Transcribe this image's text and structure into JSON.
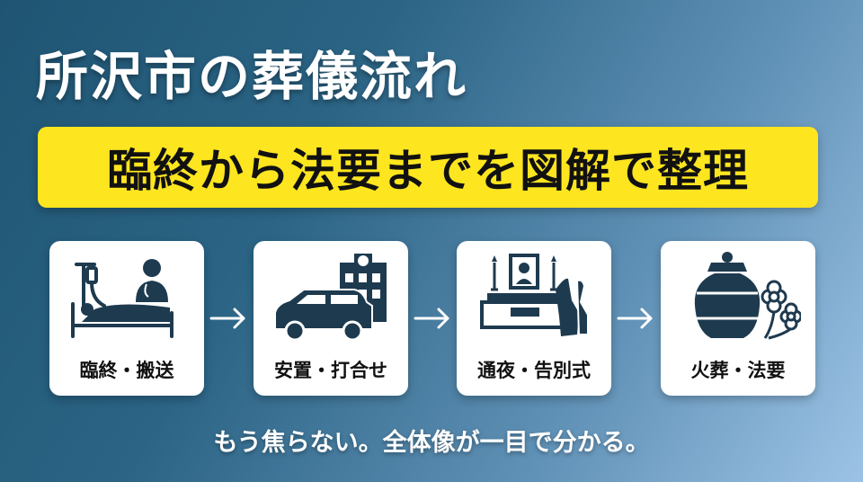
{
  "title": "所沢市の葬儀流れ",
  "subtitle": "臨終から法要までを図解で整理",
  "steps": [
    {
      "label": "臨終・搬送",
      "icon": "hospital-bed-doctor-icon"
    },
    {
      "label": "安置・打合せ",
      "icon": "hearse-building-icon"
    },
    {
      "label": "通夜・告別式",
      "icon": "altar-praying-hands-icon"
    },
    {
      "label": "火葬・法要",
      "icon": "urn-flowers-icon"
    }
  ],
  "tagline": "もう焦らない。全体像が一目で分かる。",
  "colors": {
    "banner": "#fde51f",
    "icon": "#1e3a4f",
    "background_start": "#1f5573",
    "background_end": "#9cc3e6"
  }
}
